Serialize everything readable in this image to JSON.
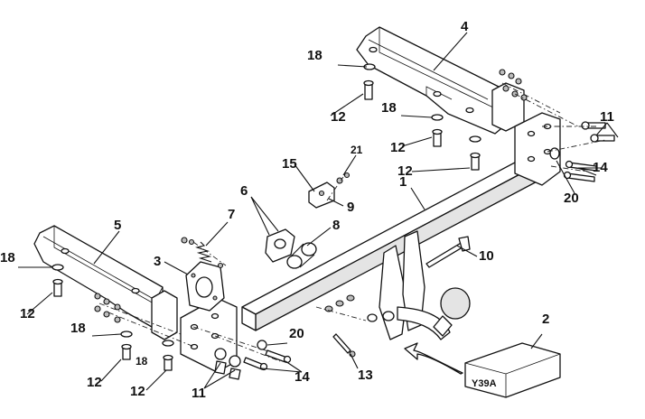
{
  "diagram": {
    "part_labels": [
      {
        "text": "1"
      },
      {
        "text": "2"
      },
      {
        "text": "3"
      },
      {
        "text": "4"
      },
      {
        "text": "5"
      },
      {
        "text": "6"
      },
      {
        "text": "7"
      },
      {
        "text": "8"
      },
      {
        "text": "9"
      },
      {
        "text": "10"
      },
      {
        "text": "11"
      },
      {
        "text": "11"
      },
      {
        "text": "12"
      },
      {
        "text": "12"
      },
      {
        "text": "12"
      },
      {
        "text": "12"
      },
      {
        "text": "12"
      },
      {
        "text": "12"
      },
      {
        "text": "13"
      },
      {
        "text": "14"
      },
      {
        "text": "14"
      },
      {
        "text": "15"
      },
      {
        "text": "18"
      },
      {
        "text": "18"
      },
      {
        "text": "18"
      },
      {
        "text": "18"
      },
      {
        "text": "18"
      },
      {
        "text": "20"
      },
      {
        "text": "20"
      },
      {
        "text": "21"
      }
    ],
    "box_code": "Y39A",
    "colors": {
      "line": "#111111",
      "fill": "#ffffff",
      "shade": "#e4e4e4",
      "background": "#ffffff"
    }
  }
}
